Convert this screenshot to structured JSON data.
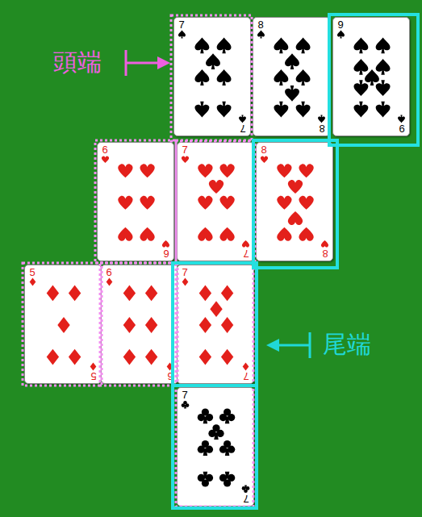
{
  "diagram": {
    "nodes": [
      {
        "text": [
          "7",
          "7"
        ]
      },
      {
        "text": [
          "8",
          "8"
        ]
      },
      {
        "text": [
          "9",
          "9"
        ]
      },
      {
        "text": [
          "6",
          "6"
        ]
      },
      {
        "text": [
          "7",
          "7"
        ]
      },
      {
        "text": [
          "8",
          "8"
        ]
      },
      {
        "text": [
          "5",
          "5"
        ]
      },
      {
        "text": [
          "6",
          "6"
        ]
      },
      {
        "text": [
          "7",
          "7"
        ]
      },
      {
        "text": [
          "7",
          "7"
        ]
      }
    ],
    "labels": [
      "頭端",
      "尾端"
    ]
  }
}
